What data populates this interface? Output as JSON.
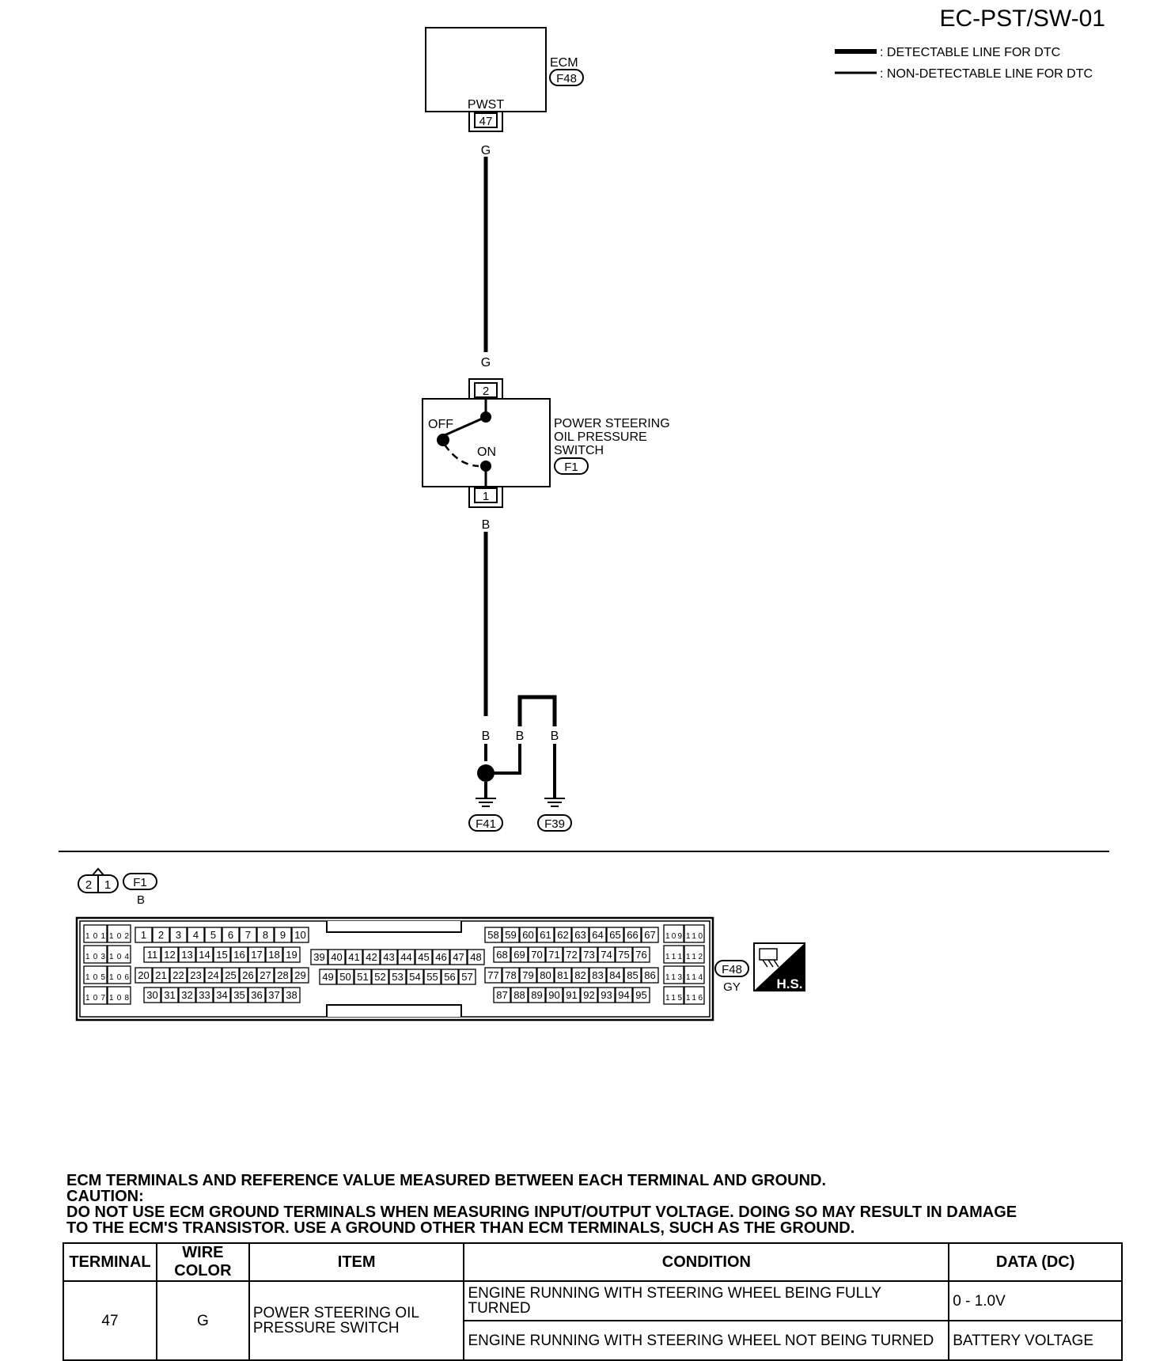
{
  "header": {
    "page_id": "EC-PST/SW-01"
  },
  "legend": [
    {
      "label": ": DETECTABLE LINE FOR DTC"
    },
    {
      "label": ": NON-DETECTABLE LINE FOR DTC"
    }
  ],
  "ecm": {
    "name": "ECM",
    "connector": "F48",
    "terminal_name": "PWST",
    "terminal": "47"
  },
  "wire_colors": {
    "ecm_to_switch_top": "G",
    "switch_bottom": "G",
    "switch_to_ground": "B",
    "ground_left": "B",
    "ground_mid": "B",
    "ground_right": "B"
  },
  "switch": {
    "name_lines": [
      "POWER STEERING",
      "OIL PRESSURE",
      "SWITCH"
    ],
    "connector": "F1",
    "pin_top": "2",
    "pin_bottom": "1",
    "off_label": "OFF",
    "on_label": "ON"
  },
  "grounds": [
    {
      "connector": "F41"
    },
    {
      "connector": "F39"
    }
  ],
  "switch_connector_view": {
    "pins": [
      "2",
      "1"
    ],
    "connector": "F1",
    "color": "B"
  },
  "ecm_connector_view": {
    "connector": "F48",
    "color": "GY",
    "badge": "H.S.",
    "blocks": [
      {
        "rows": [
          [
            "101",
            "102"
          ],
          [
            "103",
            "104"
          ],
          [
            "105",
            "106"
          ],
          [
            "107",
            "108"
          ]
        ]
      },
      {
        "rows": [
          [
            "1",
            "2",
            "3",
            "4",
            "5",
            "6",
            "7",
            "8",
            "9",
            "10"
          ],
          [
            "11",
            "12",
            "13",
            "14",
            "15",
            "16",
            "17",
            "18",
            "19"
          ],
          [
            "20",
            "21",
            "22",
            "23",
            "24",
            "25",
            "26",
            "27",
            "28",
            "29"
          ],
          [
            "30",
            "31",
            "32",
            "33",
            "34",
            "35",
            "36",
            "37",
            "38"
          ]
        ]
      },
      {
        "rows": [
          [
            "39",
            "40",
            "41",
            "42",
            "43",
            "44",
            "45",
            "46",
            "47",
            "48"
          ],
          [
            "49",
            "50",
            "51",
            "52",
            "53",
            "54",
            "55",
            "56",
            "57"
          ]
        ]
      },
      {
        "rows": [
          [
            "58",
            "59",
            "60",
            "61",
            "62",
            "63",
            "64",
            "65",
            "66",
            "67"
          ],
          [
            "68",
            "69",
            "70",
            "71",
            "72",
            "73",
            "74",
            "75",
            "76"
          ],
          [
            "77",
            "78",
            "79",
            "80",
            "81",
            "82",
            "83",
            "84",
            "85",
            "86"
          ],
          [
            "87",
            "88",
            "89",
            "90",
            "91",
            "92",
            "93",
            "94",
            "95"
          ]
        ]
      },
      {
        "rows": [
          [
            "109",
            "110"
          ],
          [
            "111",
            "112"
          ],
          [
            "113",
            "114"
          ],
          [
            "115",
            "116"
          ]
        ]
      }
    ]
  },
  "notes": {
    "line1": "ECM TERMINALS AND REFERENCE VALUE MEASURED BETWEEN EACH TERMINAL AND GROUND.",
    "line2": "CAUTION:",
    "line3": "DO NOT USE ECM GROUND TERMINALS WHEN MEASURING INPUT/OUTPUT VOLTAGE. DOING SO MAY RESULT IN  DAMAGE",
    "line4": "TO THE  ECM'S TRANSISTOR. USE A GROUND OTHER THAN ECM TERMINALS, SUCH AS THE GROUND."
  },
  "table": {
    "headers": [
      "TERMINAL",
      "WIRE COLOR",
      "ITEM",
      "CONDITION",
      "DATA (DC)"
    ],
    "terminal": "47",
    "wire_color": "G",
    "item": "POWER STEERING OIL PRESSURE SWITCH",
    "conditions": [
      {
        "condition": "ENGINE RUNNING WITH STEERING WHEEL BEING FULLY TURNED",
        "data": "0 - 1.0V"
      },
      {
        "condition": "ENGINE RUNNING WITH STEERING WHEEL NOT BEING TURNED",
        "data": "BATTERY VOLTAGE"
      }
    ]
  }
}
